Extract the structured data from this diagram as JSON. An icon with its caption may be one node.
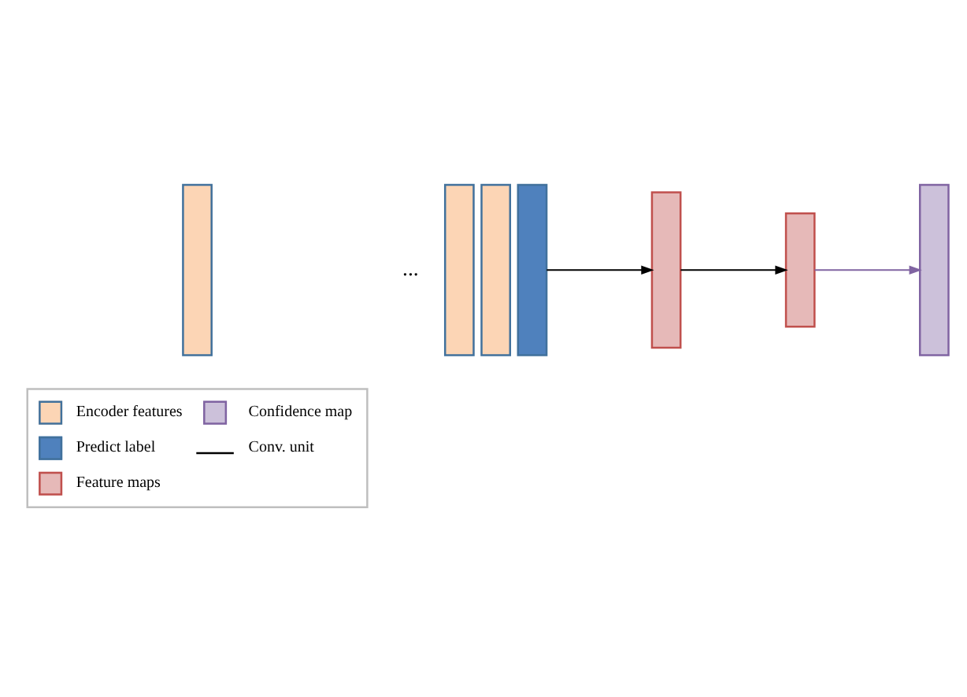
{
  "diagram": {
    "nodes": [
      {
        "text": [],
        "shape": "bar"
      },
      {
        "text": [],
        "shape": "bar"
      },
      {
        "text": [],
        "shape": "bar"
      },
      {
        "text": [],
        "shape": "bar"
      },
      {
        "text": [],
        "shape": "bar"
      },
      {
        "text": [],
        "shape": "bar"
      },
      {
        "text": [],
        "shape": "bar"
      }
    ],
    "edges": [
      {
        "from": 3,
        "to": 4,
        "arrow": "to"
      },
      {
        "from": 4,
        "to": 5,
        "arrow": "to"
      },
      {
        "from": 5,
        "to": 6,
        "arrow": "to",
        "color": "#8064a2"
      }
    ],
    "labels": [
      "..."
    ],
    "legend": [
      {
        "text": "Encoder features",
        "color": "#fcd5b5"
      },
      {
        "text": "Confidence map",
        "color": "#ccc1da"
      },
      {
        "text": "Predict label",
        "color": "#4f81bd"
      },
      {
        "text": "Conv. unit"
      },
      {
        "text": "Feature maps",
        "color": "#e6b9b8"
      }
    ]
  }
}
